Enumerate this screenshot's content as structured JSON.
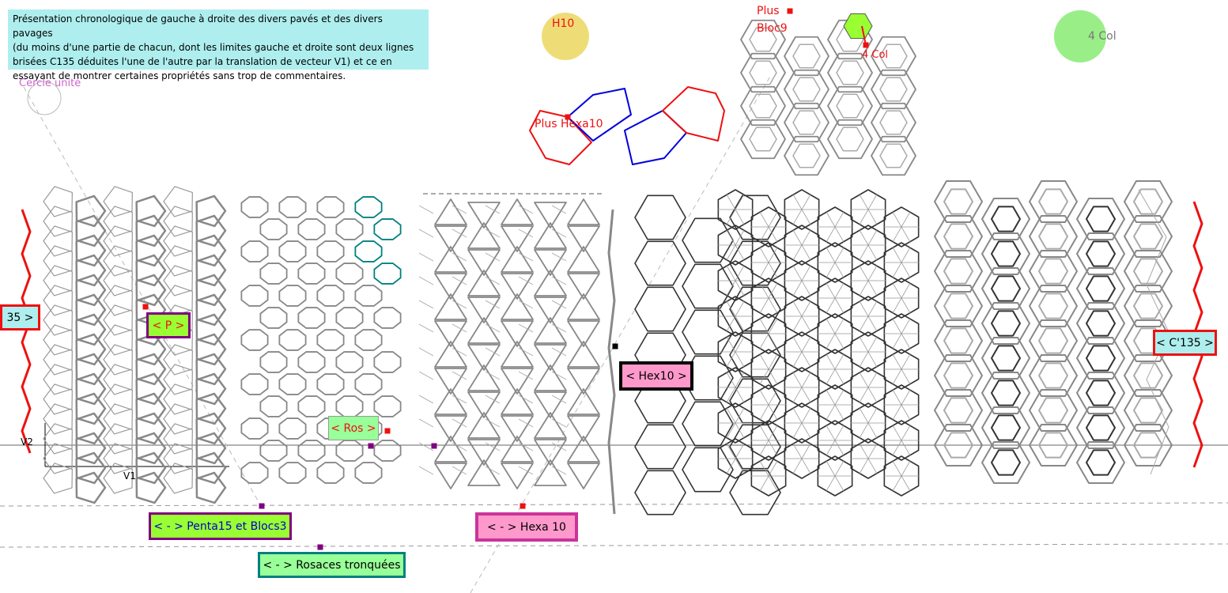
{
  "description": "Présentation chronologique de gauche à droite des divers pavés et des divers pavages\n(du moins d'une partie de chacun, dont les limites gauche et droite sont deux lignes\nbrisées C135 déduites l'une de l'autre par la translation de vecteur V1) et ce en\nessayant de montrer certaines propriétés sans trop de commentaires.",
  "labels": {
    "cercle_unite": "Cercle unité",
    "h10": "H10",
    "col4_top": "4 Col",
    "col4_hex": "4 Col",
    "plus_bloc9_line1": "Plus",
    "plus_bloc9_line2": "Bloc9",
    "plus_hexa10": "Plus Hexa10",
    "v1": "V1",
    "v2": "V2"
  },
  "buttons": {
    "c135_left": "35 >",
    "c135_right": "< C'135 >",
    "p": "< P >",
    "hex10": "< Hex10 >",
    "ros": "< Ros >",
    "penta15": "< - > Penta15 et Blocs3",
    "hexa10": "< - > Hexa 10",
    "rosaces": "< - > Rosaces tronquées"
  },
  "colors": {
    "cyan_box": "#aeeeee",
    "red_border": "#ee1111",
    "lime_fill": "#99ff33",
    "purple_border": "#800080",
    "pink_fill": "#ff99cc",
    "light_green_fill": "#99ff99",
    "teal_border": "#008080",
    "tile_gray": "#888888",
    "tile_dark": "#333333",
    "yellow_circle": "#eedd77",
    "green_circle": "#99ee88"
  }
}
